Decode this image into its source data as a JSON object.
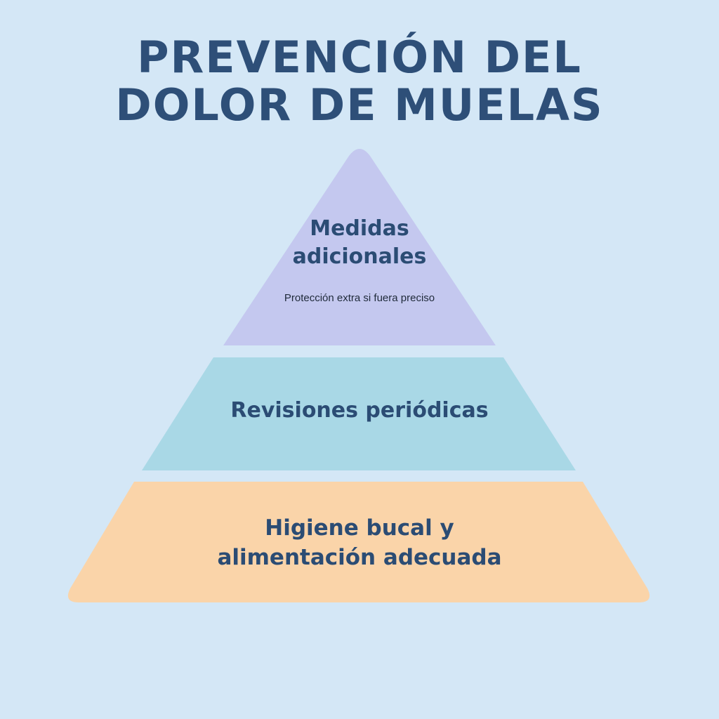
{
  "title": {
    "line1": "PREVENCIÓN DEL",
    "line2": "DOLOR DE MUELAS"
  },
  "colors": {
    "background": "#d4e7f6",
    "title": "#2e4f78",
    "tier_top": "#c4c8ef",
    "tier_middle": "#a9d8e6",
    "tier_bottom": "#fad4a9"
  },
  "pyramid": {
    "tiers": [
      {
        "level": "top",
        "title_line1": "Medidas",
        "title_line2": "adicionales",
        "subtitle": "Protección extra si fuera preciso"
      },
      {
        "level": "middle",
        "title_line1": "Revisiones periódicas"
      },
      {
        "level": "bottom",
        "title_line1": "Higiene bucal y",
        "title_line2": "alimentación adecuada"
      }
    ]
  }
}
